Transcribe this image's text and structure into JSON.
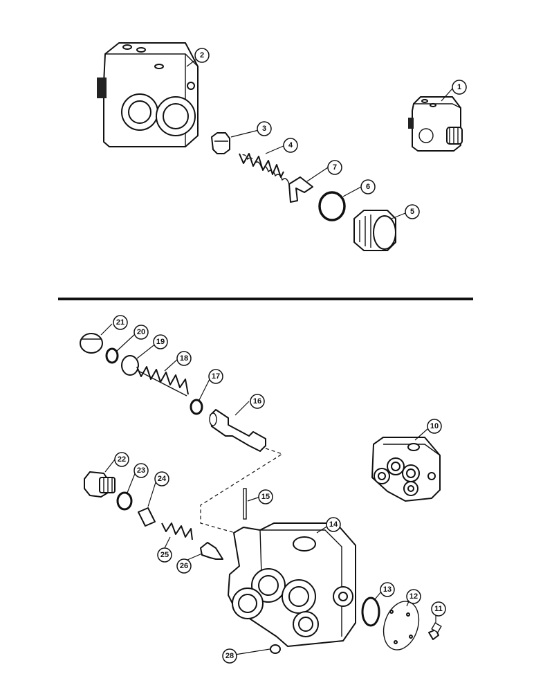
{
  "diagram": {
    "callouts": {
      "c1": "1",
      "c2": "2",
      "c3": "3",
      "c4": "4",
      "c5": "5",
      "c6": "6",
      "c7": "7",
      "c10": "10",
      "c11": "11",
      "c12": "12",
      "c13": "13",
      "c14": "14",
      "c15": "15",
      "c16": "16",
      "c17": "17",
      "c18": "18",
      "c19": "19",
      "c20": "20",
      "c21": "21",
      "c22": "22",
      "c23": "23",
      "c24": "24",
      "c25": "25",
      "c26": "26",
      "c28": "28"
    }
  }
}
